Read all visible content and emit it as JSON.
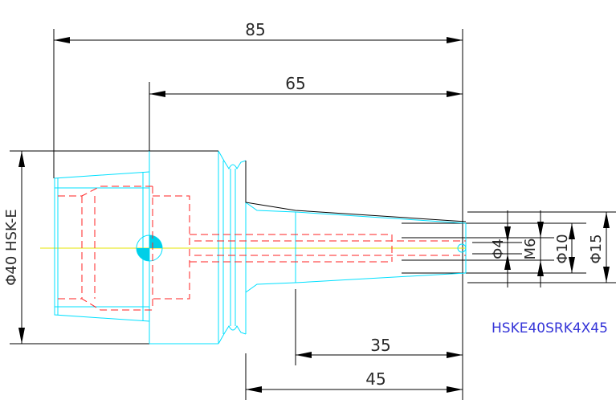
{
  "dimensions": {
    "overall_length": "85",
    "body_length": "65",
    "shank_length_long": "45",
    "taper_length": "35",
    "flange_diameter": "Φ40 HSK-E",
    "bore_diameter": "Φ4",
    "thread": "M6",
    "tip_diameter": "Φ10",
    "taper_diameter": "Φ15"
  },
  "part_number": "HSKE40SRK4X45",
  "colors": {
    "outline": "#00e0ff",
    "hidden": "#ff2020",
    "centerline": "#e6e600",
    "dimension": "#000000",
    "part_number": "#3535d8"
  }
}
